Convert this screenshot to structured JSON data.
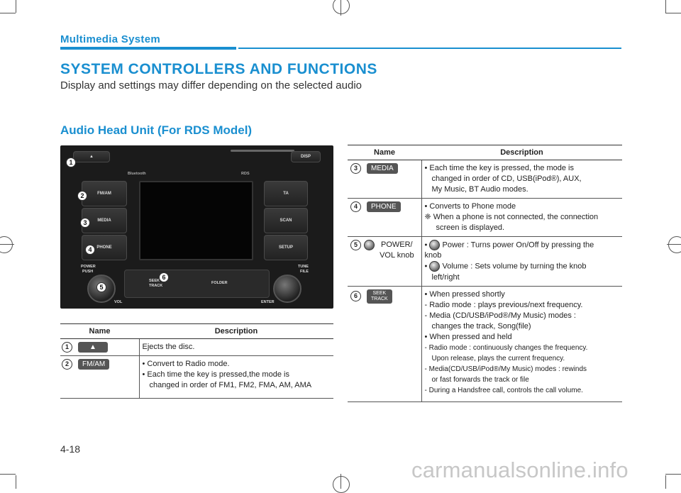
{
  "header": {
    "section": "Multimedia System",
    "title": "SYSTEM CONTROLLERS AND FUNCTIONS",
    "subtitle": "Display and settings may differ depending on the selected audio",
    "subheading": "Audio Head Unit (For RDS Model)"
  },
  "unit_image": {
    "labels": {
      "disp": "DISP",
      "fmam": "FM/AM",
      "media": "MEDIA",
      "phone": "PHONE",
      "ta": "TA",
      "scan": "SCAN",
      "setup": "SETUP",
      "power": "POWER",
      "push": "PUSH",
      "vol": "VOL",
      "tune": "TUNE",
      "file": "FILE",
      "enter": "ENTER",
      "seek": "SEEK",
      "track": "TRACK",
      "folder": "FOLDER",
      "bluetooth": "Bluetooth",
      "rds": "RDS"
    },
    "markers": [
      "1",
      "2",
      "3",
      "4",
      "5",
      "6"
    ]
  },
  "table_left": {
    "headers": [
      "Name",
      "Description"
    ],
    "rows": [
      {
        "num": "1",
        "key": "▲",
        "desc": [
          "Ejects the disc."
        ]
      },
      {
        "num": "2",
        "key": "FM/AM",
        "desc": [
          "• Convert to Radio mode.",
          "• Each time the key is pressed,the mode is",
          "changed in order of FM1, FM2, FMA, AM, AMA"
        ]
      }
    ]
  },
  "table_right": {
    "headers": [
      "Name",
      "Description"
    ],
    "rows": [
      {
        "num": "3",
        "key": "MEDIA",
        "desc": [
          "• Each time the key is pressed, the mode is",
          "changed in order of CD, USB(iPod®), AUX,",
          "My Music, BT Audio modes."
        ]
      },
      {
        "num": "4",
        "key": "PHONE",
        "desc": [
          "• Converts to Phone mode",
          "❈ When a phone is not connected, the connection",
          "screen is displayed."
        ]
      },
      {
        "num": "5",
        "key_line1": "POWER/",
        "key_line2": "VOL knob",
        "desc_a": "Power : Turns power On/Off by pressing the",
        "desc_a2": "knob",
        "desc_b": "Volume : Sets volume by turning the knob",
        "desc_b2": "left/right"
      },
      {
        "num": "6",
        "key_line1": "SEEK",
        "key_line2": "TRACK",
        "desc": [
          "• When pressed shortly",
          "- Radio mode : plays previous/next frequency.",
          "- Media (CD/USB/iPod®/My Music) modes :",
          "changes the track, Song(file)",
          "• When pressed and held",
          "- Radio mode : continuously changes the frequency.",
          "Upon release, plays the current frequency.",
          "- Media(CD/USB/iPod®/My Music) modes : rewinds",
          "or fast forwards the track or file",
          "- During a Handsfree call, controls the call volume."
        ]
      }
    ]
  },
  "footer": {
    "page": "4-18",
    "watermark": "carmanualsonline.info"
  },
  "colors": {
    "accent": "#1a8fd0",
    "watermark": "#c7c7c7"
  }
}
